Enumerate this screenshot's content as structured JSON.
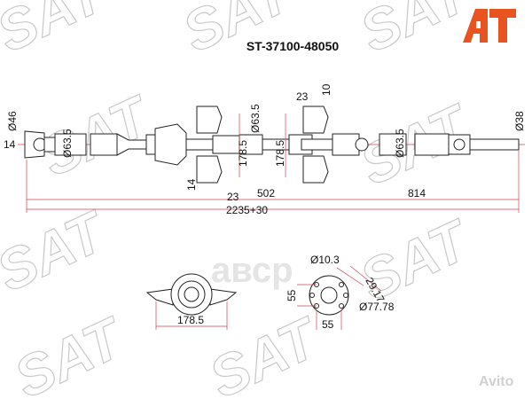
{
  "title": "ST-37100-48050",
  "logo": {
    "text": "AT",
    "color": "#e8531f"
  },
  "watermark": {
    "brand": "SAT",
    "marketplace": "Avito"
  },
  "dimensions": {
    "left_yoke_dia": "Ø46",
    "left_offset": "14",
    "tube_dia_left": "Ø63.5",
    "tube_dia_mid": "Ø63.5",
    "support_height_left": "178.5",
    "support_height_right": "178.5",
    "lower_offset": "14",
    "lower_width": "23",
    "upper_width": "23",
    "upper_offset": "10",
    "tube_dia_right": "Ø63.5",
    "right_shaft_dia": "Ø38",
    "front_length": "502",
    "rear_length": "814",
    "total_length": "2235+30"
  },
  "bearing_detail": {
    "width": "178.5",
    "hole_dia": "Ø10.3",
    "bolt_spacing_v": "55",
    "bolt_spacing_h": "55",
    "radius": "29.17",
    "flange_dia": "Ø77.78"
  },
  "colors": {
    "dimension_line": "#d04050",
    "line": "#222222"
  }
}
